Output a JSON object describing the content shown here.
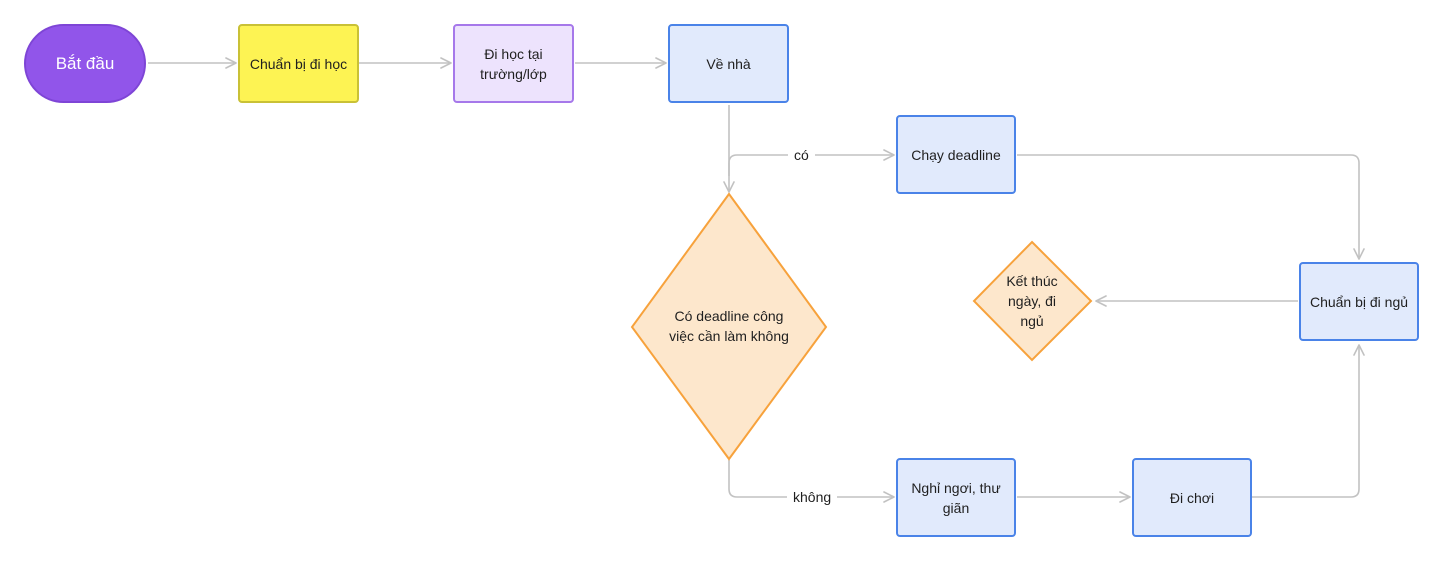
{
  "colors": {
    "edge": "#c2c2c2",
    "terminator_fill": "#9155ea",
    "terminator_stroke": "#7e45d6",
    "yellow_fill": "#fdf353",
    "yellow_stroke": "#c9c136",
    "purple_fill": "#ede3fd",
    "purple_stroke": "#a678ea",
    "blue_fill": "#e1eafc",
    "blue_stroke": "#4a83e8",
    "decision_fill": "#fde7cc",
    "decision_stroke": "#f7a23c"
  },
  "nodes": {
    "start": "Bắt đầu",
    "prepare_school": "Chuẩn bị đi học",
    "go_school": "Đi học tại trường/lớp",
    "go_home": "Về nhà",
    "deadline_question": "Có deadline công việc cần làm không",
    "run_deadline": "Chạy deadline",
    "rest": "Nghỉ ngơi, thư giãn",
    "go_out": "Đi chơi",
    "prepare_sleep": "Chuẩn bị đi ngủ",
    "end_day": "Kết thúc ngày, đi ngủ"
  },
  "edges": {
    "yes": "có",
    "no": "không"
  }
}
